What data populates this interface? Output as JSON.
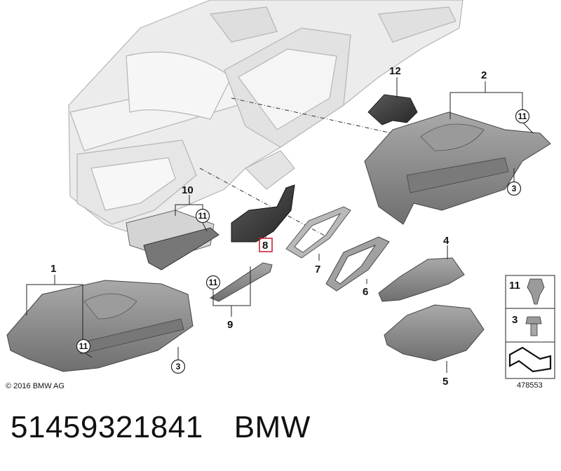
{
  "callouts": {
    "c1": "1",
    "c2": "2",
    "c3a": "3",
    "c3b": "3",
    "c4": "4",
    "c5": "5",
    "c6": "6",
    "c7": "7",
    "c8": "8",
    "c9": "9",
    "c10": "10",
    "c11a": "11",
    "c11b": "11",
    "c11c": "11",
    "c11d": "11",
    "c12": "12"
  },
  "legend": {
    "item1": "11",
    "item2": "3"
  },
  "copyright": "© 2016 BMW AG",
  "diagram_number": "478553",
  "part_number": "51459321841",
  "brand": "BMW",
  "colors": {
    "highlight": "#cc2233",
    "part_fill": "#8c8c8c",
    "dash_fill": "#e8e8e8"
  }
}
